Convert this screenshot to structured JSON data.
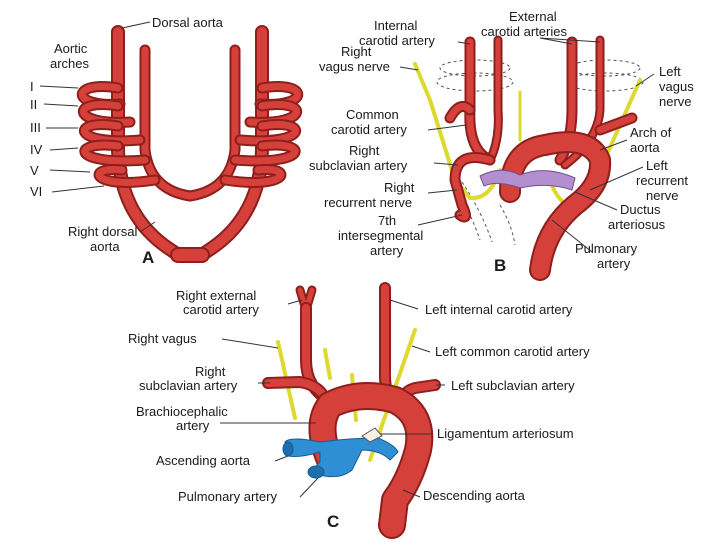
{
  "colors": {
    "artery": "#d6403a",
    "artery_outline": "#8e1f1c",
    "nerve": "#ddd92e",
    "pulmonary": "#2f8fd4",
    "ductus": "#b48fd0",
    "background": "#ffffff",
    "faded_bg": "#eef0f5"
  },
  "panel_a": {
    "letter": "A",
    "dorsal_aorta": "Dorsal aorta",
    "aortic_arches": [
      "Aortic",
      "arches"
    ],
    "arch_numbers": [
      "I",
      "II",
      "III",
      "IV",
      "V",
      "VI"
    ],
    "right_dorsal_aorta": [
      "Right dorsal",
      "aorta"
    ]
  },
  "panel_b": {
    "letter": "B",
    "internal_carotid": [
      "Internal",
      "carotid artery"
    ],
    "external_carotid": [
      "External",
      "carotid arteries"
    ],
    "right_vagus": [
      "Right",
      "vagus nerve"
    ],
    "left_vagus": [
      "Left",
      "vagus",
      "nerve"
    ],
    "common_carotid": [
      "Common",
      "carotid artery"
    ],
    "arch_of_aorta": [
      "Arch of",
      "aorta"
    ],
    "right_subclavian": [
      "Right",
      "subclavian artery"
    ],
    "left_recurrent": [
      "Left",
      "recurrent",
      "nerve"
    ],
    "right_recurrent": [
      "Right",
      "recurrent nerve"
    ],
    "ductus": [
      "Ductus",
      "arteriosus"
    ],
    "intersegmental": [
      "7th",
      "intersegmental",
      "artery"
    ],
    "pulmonary": [
      "Pulmonary",
      "artery"
    ]
  },
  "panel_c": {
    "letter": "C",
    "right_external_carotid": [
      "Right external",
      "carotid artery"
    ],
    "left_internal_carotid": "Left internal carotid artery",
    "right_vagus": "Right vagus",
    "left_common_carotid": "Left common carotid artery",
    "right_subclavian": [
      "Right",
      "subclavian artery"
    ],
    "left_subclavian": "Left subclavian artery",
    "brachiocephalic": [
      "Brachiocephalic",
      "artery"
    ],
    "ligamentum": "Ligamentum arteriosum",
    "ascending_aorta": "Ascending aorta",
    "pulmonary_artery": "Pulmonary artery",
    "descending_aorta": "Descending aorta"
  }
}
